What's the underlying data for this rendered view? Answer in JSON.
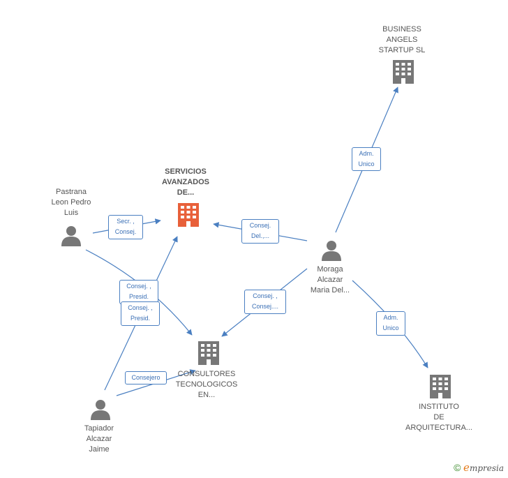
{
  "nodes": {
    "business_angels": {
      "label": "BUSINESS\nANGELS\nSTARTUP  SL",
      "icon": "building-icon",
      "color": "#777777"
    },
    "servicios": {
      "label": "SERVICIOS\nAVANZADOS\nDE...",
      "icon": "building-icon",
      "color": "#e8603a"
    },
    "pastrana": {
      "label": "Pastrana\nLeon Pedro\nLuis",
      "icon": "person-icon",
      "color": "#777777"
    },
    "moraga": {
      "label": "Moraga\nAlcazar\nMaria Del...",
      "icon": "person-icon",
      "color": "#777777"
    },
    "consultores": {
      "label": "CONSULTORES\nTECNOLOGICOS\nEN...",
      "icon": "building-icon",
      "color": "#777777"
    },
    "tapiador": {
      "label": "Tapiador\nAlcazar\nJaime",
      "icon": "person-icon",
      "color": "#777777"
    },
    "instituto": {
      "label": "INSTITUTO\nDE\nARQUITECTURA...",
      "icon": "building-icon",
      "color": "#777777"
    }
  },
  "edges": {
    "moraga_business": "Adm.\nUnico",
    "pastrana_servicios": "Secr. ,\nConsej.",
    "moraga_servicios": "Consej.\nDel.,...",
    "pastrana_consultores": "Consej. ,\nPresid.",
    "tapiador_servicios": "Consej. ,\nPresid.",
    "moraga_consultores": "Consej. ,\nConsej....",
    "moraga_instituto": "Adm.\nUnico",
    "tapiador_consultores": "Consejero"
  },
  "footer": {
    "copyright": "©",
    "brand_initial": "e",
    "brand_rest": "mpresia"
  },
  "colors": {
    "edge": "#4a7fc1",
    "focus": "#e8603a",
    "node": "#777777"
  }
}
